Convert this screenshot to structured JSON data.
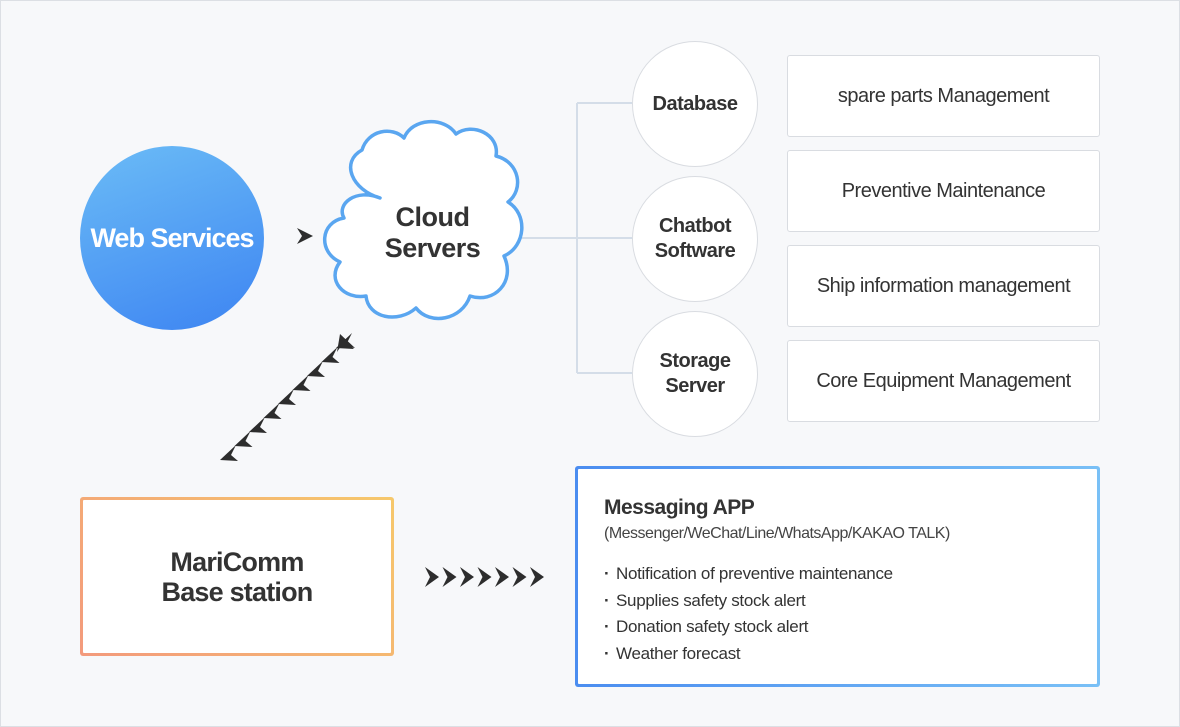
{
  "diagram": {
    "web_services": "Web Services",
    "cloud": {
      "line1": "Cloud",
      "line2": "Servers"
    },
    "nodes": [
      {
        "label": "Database"
      },
      {
        "label": "Chatbot\nSoftware"
      },
      {
        "label": "Storage\nServer"
      }
    ],
    "features": [
      {
        "label": "spare parts Management"
      },
      {
        "label": "Preventive Maintenance"
      },
      {
        "label": "Ship information management"
      },
      {
        "label": "Core Equipment Management"
      }
    ],
    "base_station": {
      "line1": "MariComm",
      "line2": "Base station"
    },
    "messaging": {
      "title": "Messaging APP",
      "subtitle": "(Messenger/WeChat/Line/WhatsApp/KAKAO TALK)",
      "bullet": "·",
      "items": [
        "Notification of preventive maintenance",
        "Supplies safety stock alert",
        "Donation safety stock alert",
        "Weather forecast"
      ]
    },
    "colors": {
      "web_services_gradient": [
        "#6bbcf6",
        "#3d84f2"
      ],
      "cloud_stroke": "#5aa6f0",
      "base_station_gradient": [
        "#f39a7c",
        "#f6c86b"
      ],
      "messaging_gradient": [
        "#4b8df0",
        "#79c0f6"
      ],
      "connector": "#d4dde8",
      "arrow": "#2d2d2d"
    }
  }
}
